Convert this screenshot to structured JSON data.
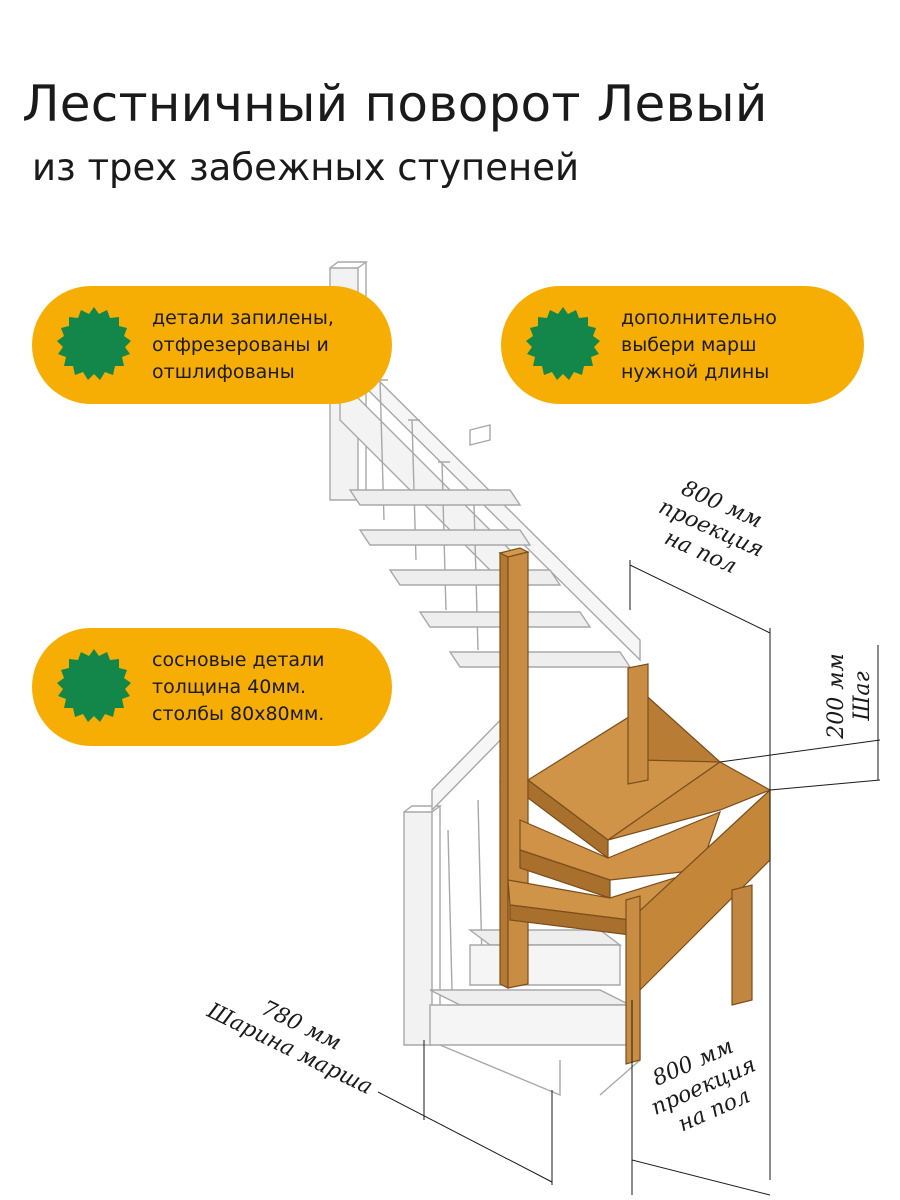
{
  "title": "Лестничный поворот Левый",
  "subtitle": "из трех забежных ступеней",
  "features": [
    {
      "lines": [
        "детали запилены,",
        "отфрезерованы и",
        "отшлифованы"
      ],
      "icon": "seal-badge-icon"
    },
    {
      "lines": [
        "дополнительно",
        "выбери марш",
        "нужной длины"
      ],
      "icon": "seal-badge-icon"
    },
    {
      "lines": [
        "сосновые детали",
        "толщина 40мм.",
        "столбы 80х80мм."
      ],
      "icon": "seal-badge-icon"
    }
  ],
  "dimensions": {
    "top_projection": {
      "value": "800 мм",
      "line2": "проекция",
      "line3": "на пол"
    },
    "step": {
      "value": "200 мм",
      "label": "Шаг"
    },
    "right_projection": {
      "value": "800 мм",
      "line2": "проекция",
      "line3": "на пол"
    },
    "march_width": {
      "value": "780 мм",
      "label": "Шарина марша"
    }
  },
  "colors": {
    "pill": "#f6ae04",
    "badge": "#13874a",
    "wood": "#c4873a",
    "wood_dark": "#8a5a22",
    "wireframe": "#9a9a9a"
  }
}
